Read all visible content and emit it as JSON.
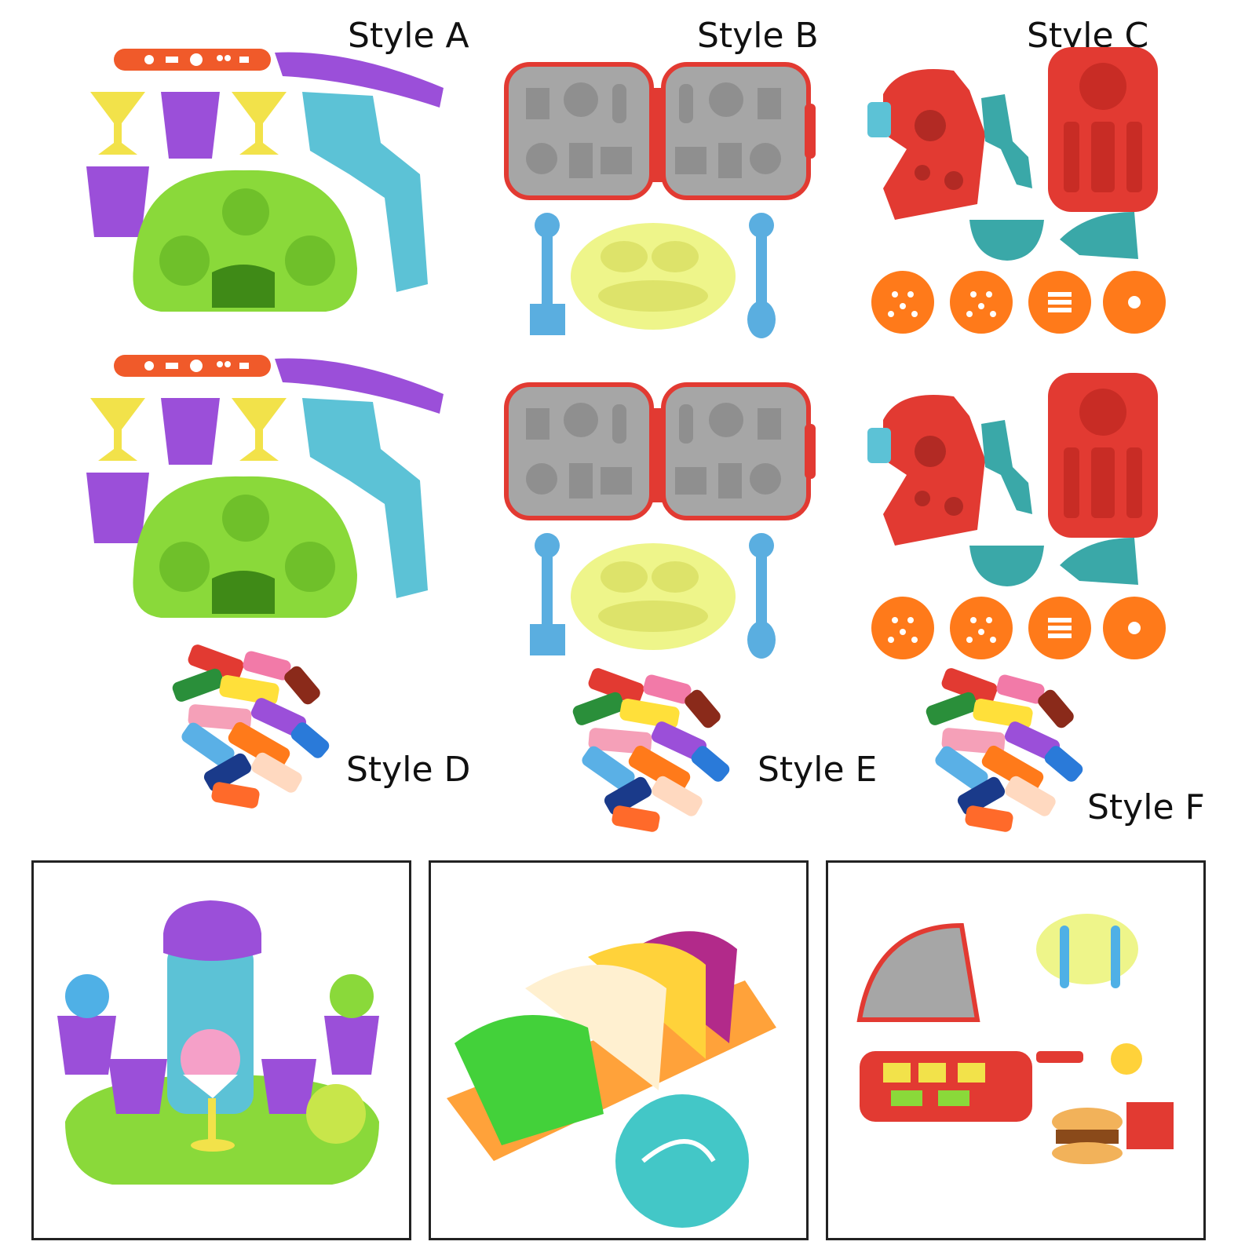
{
  "labels": {
    "style_a": "Style A",
    "style_b": "Style B",
    "style_c": "Style C",
    "style_d": "Style D",
    "style_e": "Style E",
    "style_f": "Style F"
  },
  "colors": {
    "green": "#8ad93a",
    "purple": "#9b4fd9",
    "teal": "#5cc2d6",
    "yellow": "#f2e24a",
    "red": "#e23a32",
    "orange": "#ff7a1a",
    "grey": "#a6a6a6"
  }
}
